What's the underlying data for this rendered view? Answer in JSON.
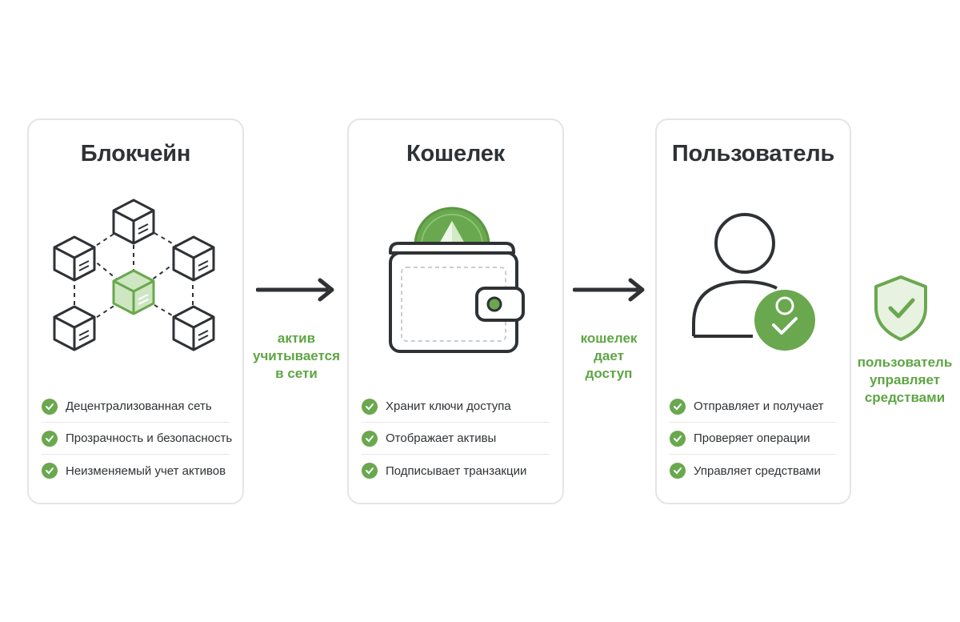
{
  "colors": {
    "accent": "#6aa84f",
    "dark": "#2f3235",
    "border": "#e3e5e8"
  },
  "cards": [
    {
      "title": "Блокчейн",
      "icon": "blockchain-network-icon",
      "features": [
        "Децентрализованная сеть",
        "Прозрачность и безопасность",
        "Неизменяемый учет активов"
      ]
    },
    {
      "title": "Кошелек",
      "icon": "wallet-ethereum-icon",
      "features": [
        "Хранит ключи доступа",
        "Отображает активы",
        "Подписывает транзакции"
      ]
    },
    {
      "title": "Пользователь",
      "icon": "user-verified-icon",
      "features": [
        "Отправляет и получает",
        "Проверяет операции",
        "Управляет средствами"
      ]
    }
  ],
  "flow_labels": {
    "asset_on_network": [
      "актив",
      "учитывается",
      "в сети"
    ],
    "wallet_gives_access": [
      "кошелек",
      "дает",
      "доступ"
    ],
    "user_controls_funds": [
      "пользователь",
      "управляет",
      "средствами"
    ]
  }
}
